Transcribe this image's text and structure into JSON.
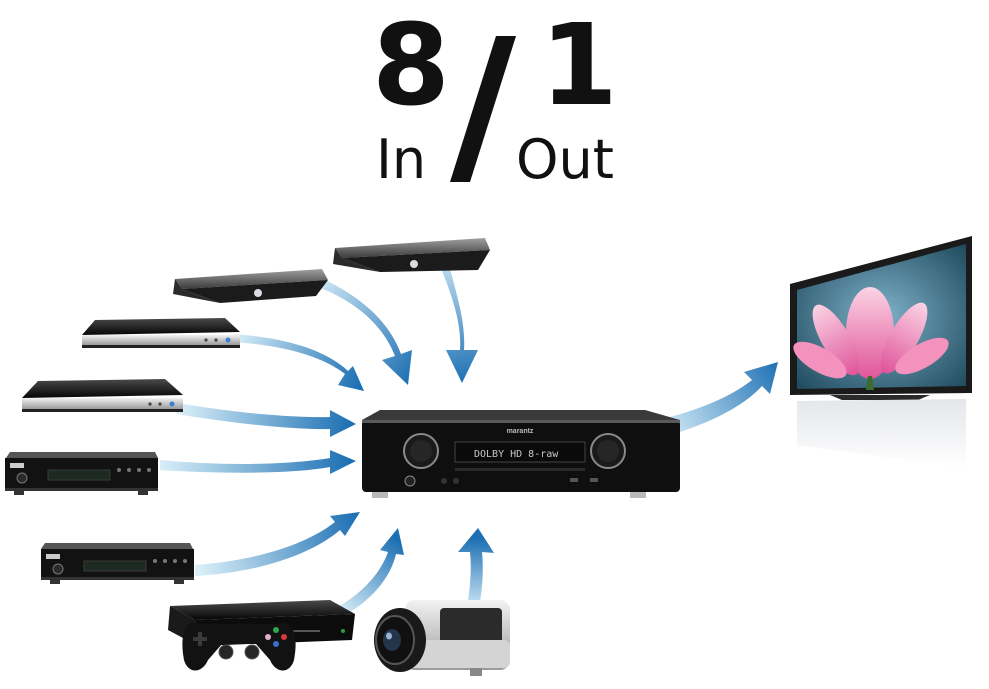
{
  "header": {
    "inputs_count": "8",
    "outputs_count": "1",
    "inputs_label": "In",
    "outputs_label": "Out"
  },
  "receiver": {
    "brand": "marantz",
    "display_text": "DOLBY HD 8-raw"
  },
  "colors": {
    "arrow_light": "#cfe9f6",
    "arrow_dark": "#1c6fb3",
    "device_body": "#111111",
    "tv_frame": "#1a1a1a",
    "flower_pink": "#f07fb0"
  },
  "sources": [
    {
      "name": "set-top-box-1",
      "icon": "set-top-box-icon"
    },
    {
      "name": "set-top-box-2",
      "icon": "set-top-box-icon"
    },
    {
      "name": "media-player-1",
      "icon": "media-player-icon"
    },
    {
      "name": "media-player-2",
      "icon": "media-player-icon"
    },
    {
      "name": "disc-player-1",
      "icon": "disc-player-icon"
    },
    {
      "name": "disc-player-2",
      "icon": "disc-player-icon"
    },
    {
      "name": "game-console",
      "icon": "game-console-icon"
    },
    {
      "name": "camcorder",
      "icon": "camcorder-icon"
    }
  ],
  "display": {
    "name": "television",
    "icon": "tv-icon"
  }
}
